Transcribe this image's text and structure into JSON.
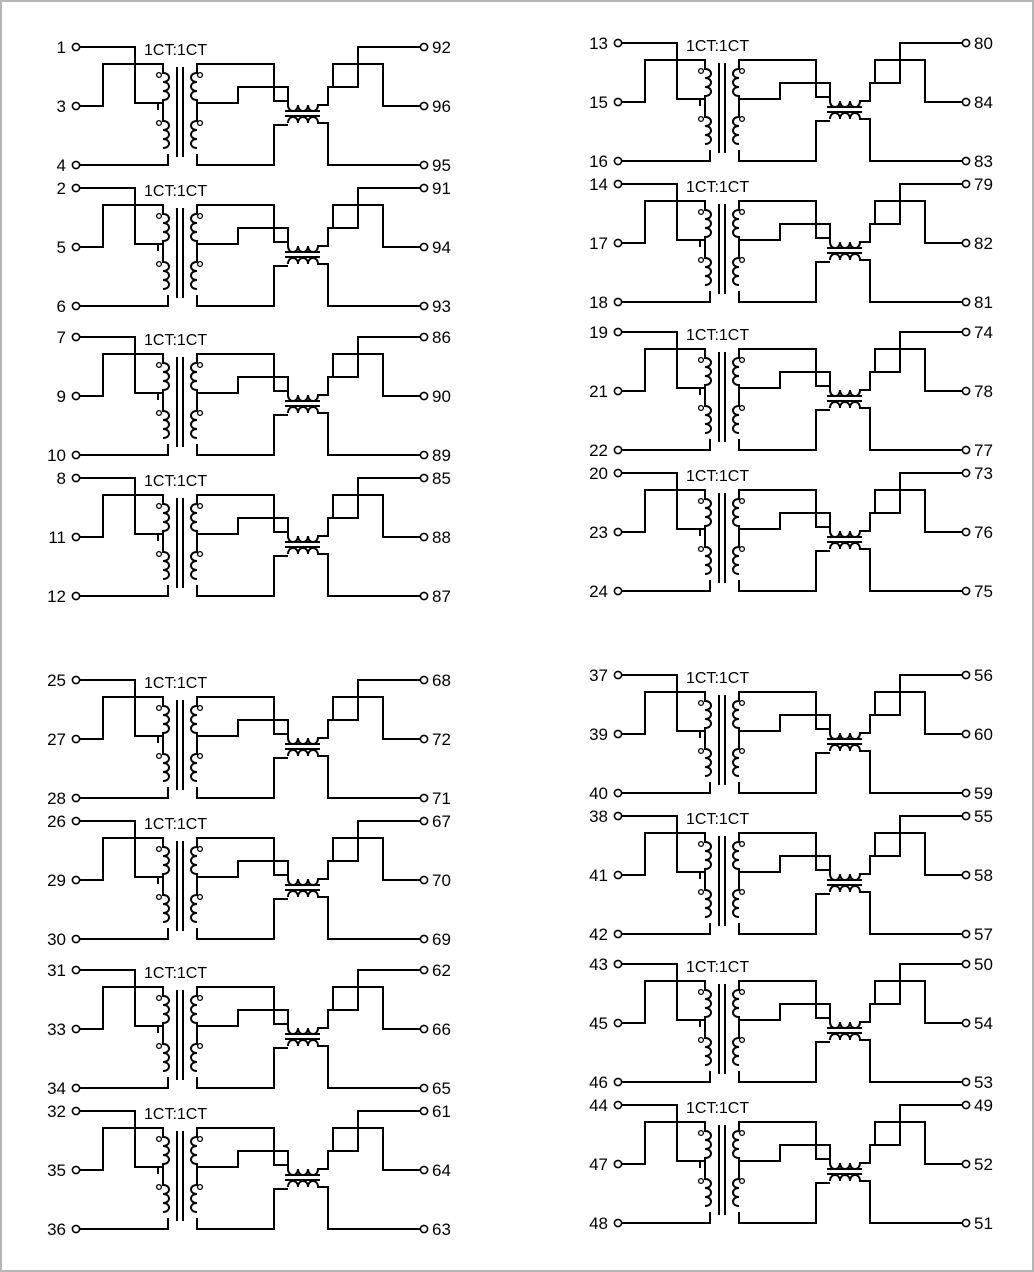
{
  "diagram": {
    "border_color": "#b5b5b5",
    "line_color": "#000000",
    "ratio_label": "1CT:1CT",
    "channels": [
      {
        "pins": [
          "1",
          "3",
          "4",
          "92",
          "96",
          "95"
        ]
      },
      {
        "pins": [
          "2",
          "5",
          "6",
          "91",
          "94",
          "93"
        ]
      },
      {
        "pins": [
          "7",
          "9",
          "10",
          "86",
          "90",
          "89"
        ]
      },
      {
        "pins": [
          "8",
          "11",
          "12",
          "85",
          "88",
          "87"
        ]
      },
      {
        "pins": [
          "13",
          "15",
          "16",
          "80",
          "84",
          "83"
        ]
      },
      {
        "pins": [
          "14",
          "17",
          "18",
          "79",
          "82",
          "81"
        ]
      },
      {
        "pins": [
          "19",
          "21",
          "22",
          "74",
          "78",
          "77"
        ]
      },
      {
        "pins": [
          "20",
          "23",
          "24",
          "73",
          "76",
          "75"
        ]
      },
      {
        "pins": [
          "25",
          "27",
          "28",
          "68",
          "72",
          "71"
        ]
      },
      {
        "pins": [
          "26",
          "29",
          "30",
          "67",
          "70",
          "69"
        ]
      },
      {
        "pins": [
          "31",
          "33",
          "34",
          "62",
          "66",
          "65"
        ]
      },
      {
        "pins": [
          "32",
          "35",
          "36",
          "61",
          "64",
          "63"
        ]
      },
      {
        "pins": [
          "37",
          "39",
          "40",
          "56",
          "60",
          "59"
        ]
      },
      {
        "pins": [
          "38",
          "41",
          "42",
          "55",
          "58",
          "57"
        ]
      },
      {
        "pins": [
          "43",
          "45",
          "46",
          "50",
          "54",
          "53"
        ]
      },
      {
        "pins": [
          "44",
          "47",
          "48",
          "49",
          "52",
          "51"
        ]
      }
    ]
  }
}
